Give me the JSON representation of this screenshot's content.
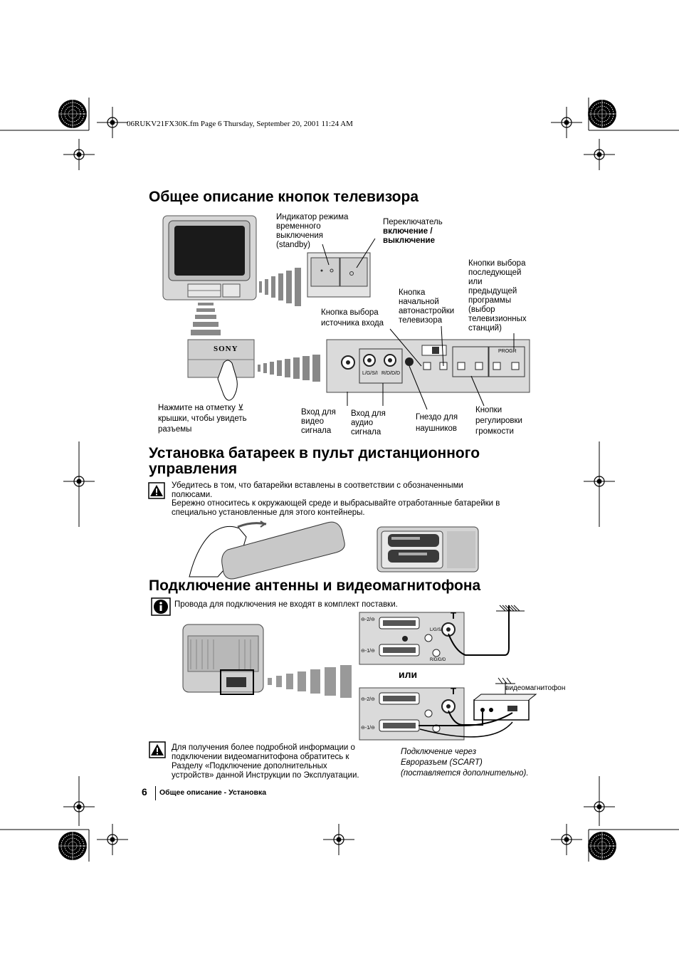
{
  "header": {
    "file_info": "06RUKV21FX30K.fm  Page 6  Thursday, September 20, 2001  11:24 AM"
  },
  "section1": {
    "title": "Общее описание кнопок телевизора",
    "logo": "SONY",
    "labels": {
      "standby_indicator": [
        "Индикатор режима",
        "временного",
        "выключения",
        "(standby)"
      ],
      "power_switch_line1": "Переключатель",
      "power_switch_line2": "включение /",
      "power_switch_line3": "выключение",
      "input_select": [
        "Кнопка выбора",
        "источника входа"
      ],
      "auto_tune": [
        "Кнопка",
        "начальной",
        "автонастройки",
        "телевизора"
      ],
      "prog_select": [
        "Кнопки выбора",
        "последующей",
        "или",
        "предыдущей",
        "программы",
        "(выбор",
        "телевизионных",
        "станций)"
      ],
      "press_mark": [
        "Нажмите на отметку ⊻",
        "крышки, чтобы увидеть",
        "разъемы"
      ],
      "video_in": [
        "Вход для",
        "видео",
        "сигнала"
      ],
      "audio_in": [
        "Вход для",
        "аудио",
        "сигнала"
      ],
      "headphones": [
        "Гнездо для",
        "наушников"
      ],
      "volume": [
        "Кнопки",
        "регулировки",
        "громкости"
      ]
    },
    "panel_text": {
      "lsa": "L/G/S/I",
      "rdd": "R/D/D/D",
      "progr": "PROGR",
      "minus": "–",
      "plus": "+"
    }
  },
  "section2": {
    "title_line1": "Установка батареек в пульт дистанционного",
    "title_line2": "управления",
    "warning_line1": "Убедитесь в том, что батарейки вставлены в соответствии с обозначенными",
    "warning_line2": "полюсами.",
    "warning_line3": "Бережно относитесь к окружающей среде и выбрасывайте отработанные батарейки в",
    "warning_line4": "специально установленные для этого контейнеры."
  },
  "section3": {
    "title": "Подключение антенны и видеомагнитофона",
    "info_text": "Провода для подключения не входят в комплект поставки.",
    "or_label": "или",
    "vcr_label": "видеомагнитофон",
    "note_lines": [
      "Для получения более подробной информации о",
      "подключении видеомагнитофона обратитесь к",
      "Разделу «Подключение дополнительных",
      "устройств» данной Инструкции по Эксплуатации."
    ],
    "scart_lines": [
      "Подключение через",
      "Евроразъем (SCART)",
      "(поставляется дополнительно)."
    ],
    "panel_labels": {
      "scart2": "⊖-2/⊖",
      "scart1": "⊖-1/⊖",
      "antenna": "T",
      "lsa": "L/G/S/I",
      "rdd": "R/D/D/D"
    }
  },
  "footer": {
    "page_number": "6",
    "section_name": "Общее описание - Установка"
  }
}
